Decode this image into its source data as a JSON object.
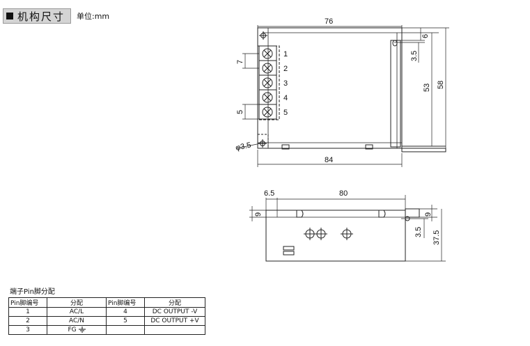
{
  "header": {
    "title": "机构尺寸",
    "unit": "单位:mm"
  },
  "top_view": {
    "dim_width_top": "76",
    "dim_width_bottom": "84",
    "dim_height_inner": "53",
    "dim_height_outer": "58",
    "dim_top_slot_offset": "6",
    "dim_slot_width": "3.5",
    "dim_pitch": "7",
    "dim_terminal": "5",
    "dim_hole_diameter": "φ3.5",
    "terminal_labels": [
      "1",
      "2",
      "3",
      "4",
      "5"
    ]
  },
  "side_view": {
    "dim_length": "80",
    "dim_left_offset": "6.5",
    "dim_left_top": "9",
    "dim_right_top": "9",
    "dim_slot_width": "3.5",
    "dim_height": "37.5"
  },
  "pin_table": {
    "caption": "端子Pin脚分配",
    "headers": [
      "Pin脚编号",
      "分配",
      "Pin脚编号",
      "分配"
    ],
    "rows": [
      [
        "1",
        "AC/L",
        "4",
        "DC OUTPUT -V"
      ],
      [
        "2",
        "AC/N",
        "5",
        "DC OUTPUT +V"
      ],
      [
        "3",
        "FG",
        "",
        ""
      ]
    ]
  }
}
